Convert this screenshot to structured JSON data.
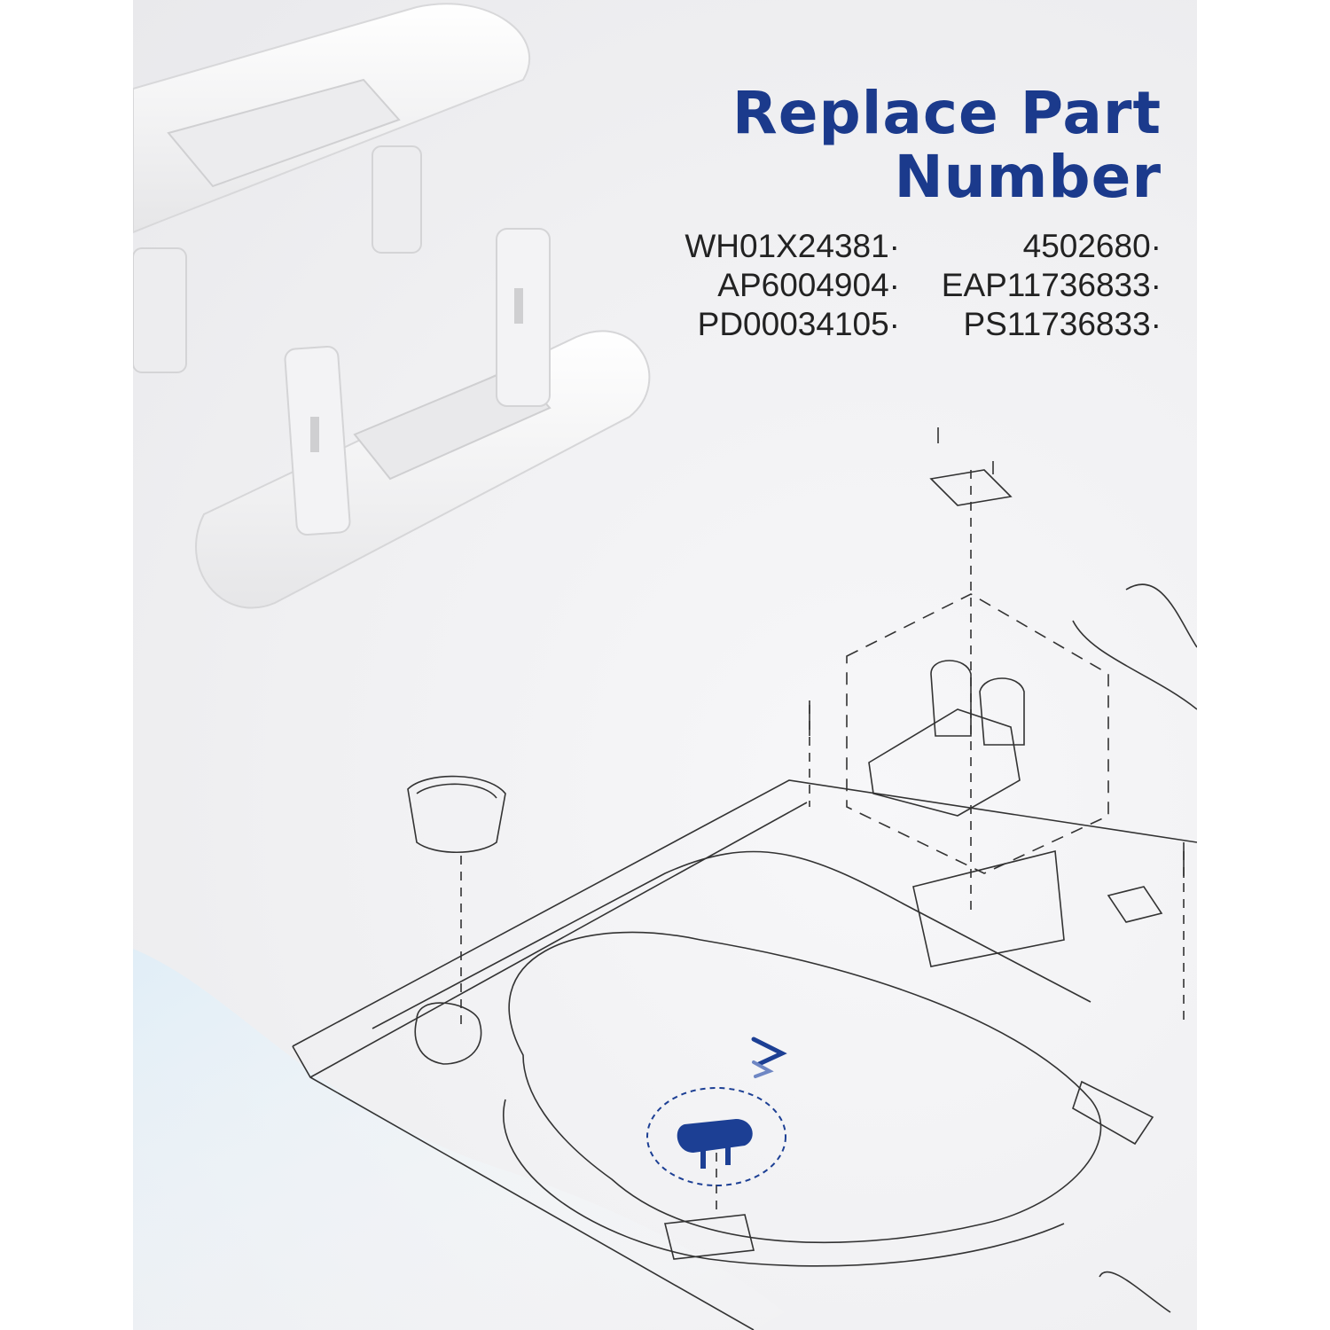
{
  "heading": {
    "line1": "Replace Part",
    "line2": "Number"
  },
  "part_numbers": {
    "left": [
      "WH01X24381·",
      "AP6004904·",
      "PD00034105·"
    ],
    "right": [
      "4502680·",
      "EAP11736833·",
      "PS11736833·"
    ]
  },
  "colors": {
    "accent": "#1b3a8c",
    "highlight_part": "#1c3f94",
    "text": "#222222",
    "line_art": "#333333"
  }
}
